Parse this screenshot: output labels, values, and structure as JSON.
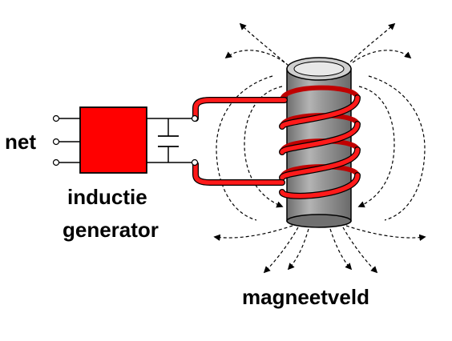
{
  "labels": {
    "input": "net",
    "generator_line1": "inductie",
    "generator_line2": "generator",
    "field": "magneetveld"
  },
  "colors": {
    "generator": "#ff0000",
    "coil": "#ff1a1a",
    "core_light": "#c8c8c8",
    "core_dark": "#7a7a7a",
    "field_lines": "#000000",
    "wire": "#000000"
  },
  "icons": {
    "input_terminal": "terminal-circle-icon",
    "capacitor": "capacitor-icon",
    "field_arrow": "arrow-head-icon"
  }
}
